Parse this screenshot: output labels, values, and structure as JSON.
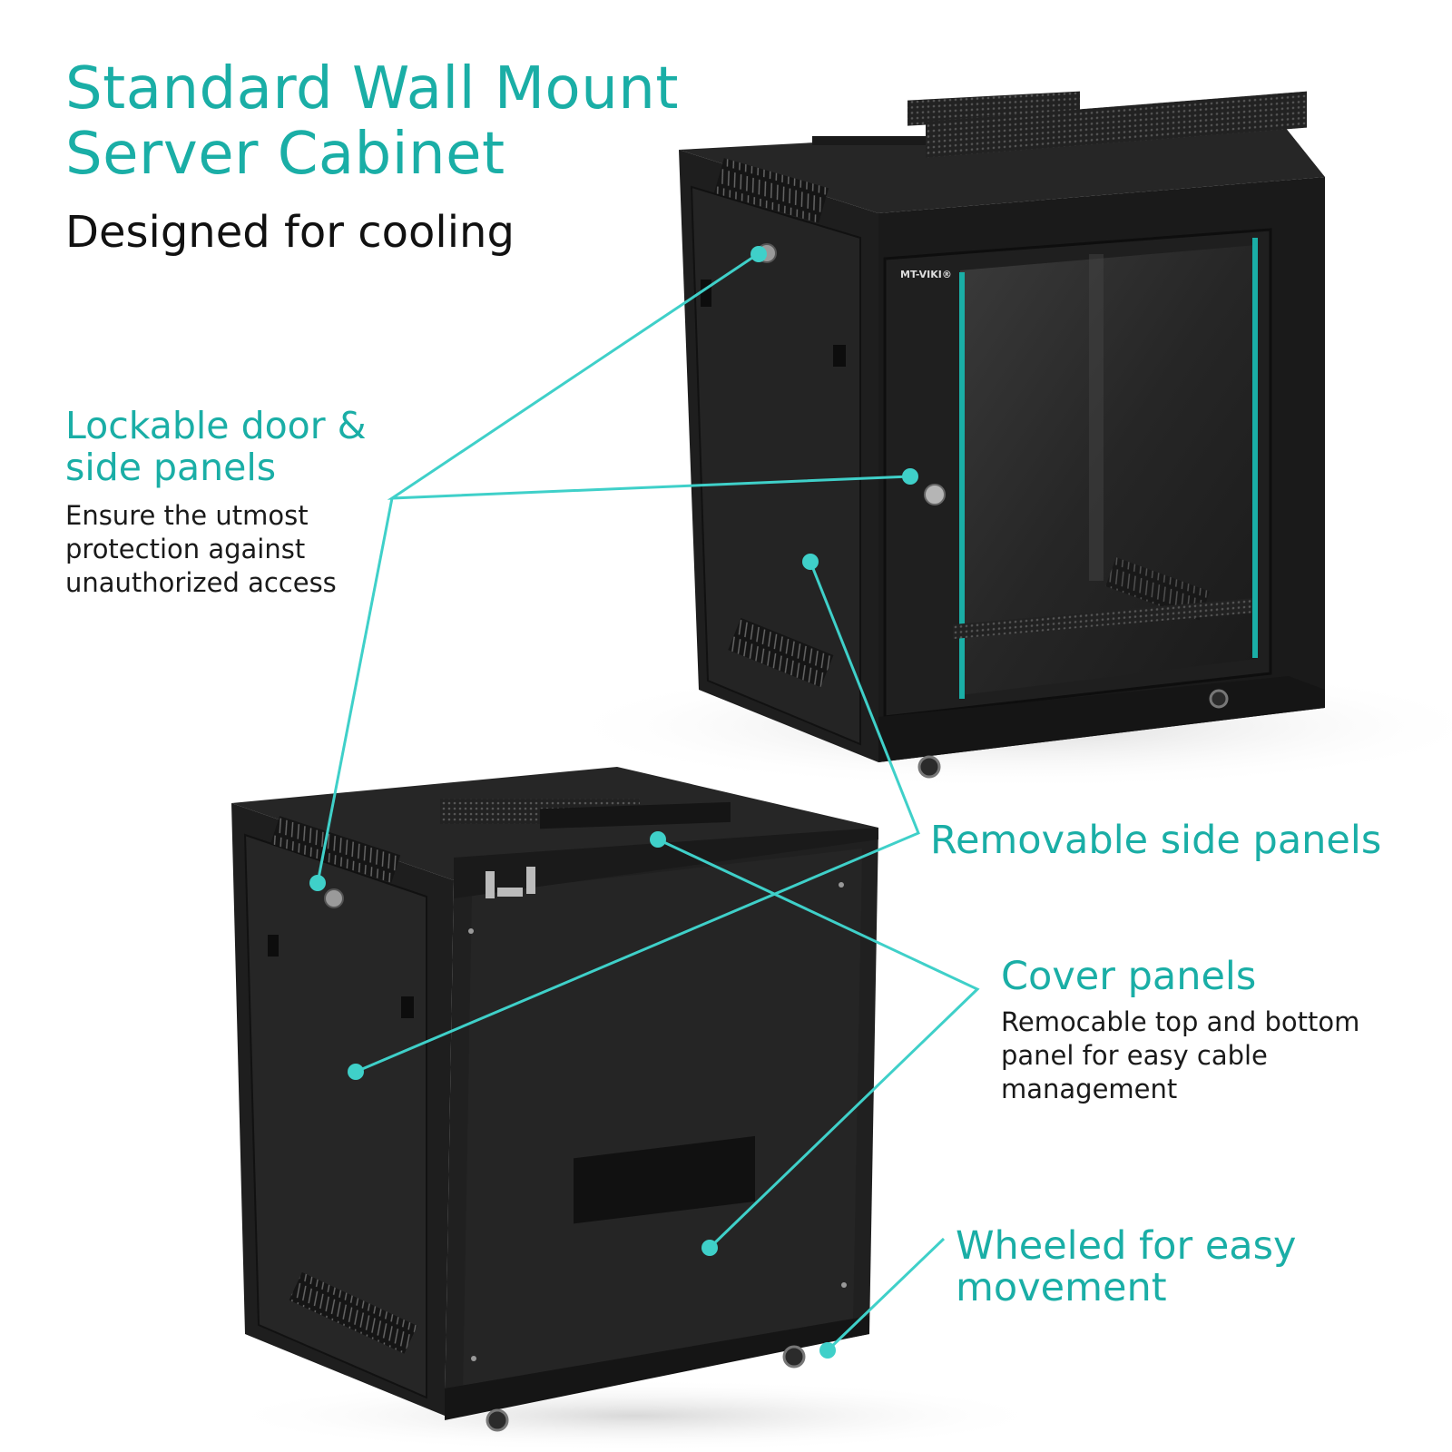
{
  "header": {
    "title_lines": [
      "Standard Wall Mount",
      "Server Cabinet"
    ],
    "subtitle": "Designed for cooling"
  },
  "features": {
    "lockable": {
      "title_lines": [
        "Lockable door &",
        "side panels"
      ],
      "desc_lines": [
        "Ensure the utmost",
        "protection against",
        "unauthorized access"
      ]
    },
    "removable": {
      "title_lines": [
        "Removable side panels"
      ]
    },
    "cover": {
      "title_lines": [
        "Cover panels"
      ],
      "desc_lines": [
        "Remocable top and bottom",
        "panel for easy cable",
        "management"
      ]
    },
    "wheeled": {
      "title_lines": [
        "Wheeled for easy",
        "movement"
      ]
    }
  },
  "product": {
    "brand": "MT-VIKI®"
  },
  "colors": {
    "accent": "#1aaea6",
    "callout_line": "#3fd0c9",
    "cabinet": "#1c1c1c"
  }
}
